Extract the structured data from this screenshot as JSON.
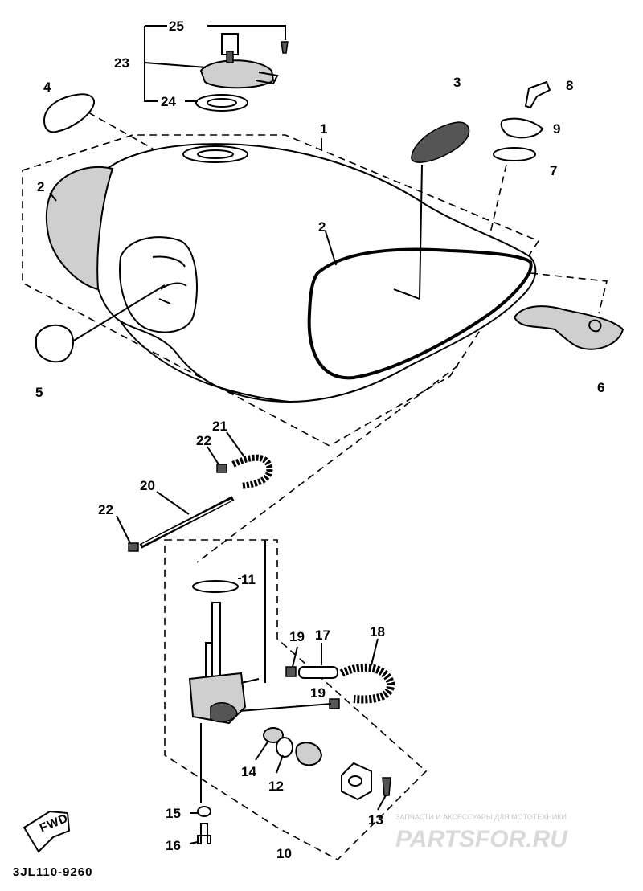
{
  "diagram": {
    "callouts": [
      {
        "id": "c1",
        "text": "1"
      },
      {
        "id": "c2a",
        "text": "2"
      },
      {
        "id": "c2b",
        "text": "2"
      },
      {
        "id": "c3",
        "text": "3"
      },
      {
        "id": "c4",
        "text": "4"
      },
      {
        "id": "c5",
        "text": "5"
      },
      {
        "id": "c6",
        "text": "6"
      },
      {
        "id": "c7",
        "text": "7"
      },
      {
        "id": "c8",
        "text": "8"
      },
      {
        "id": "c9",
        "text": "9"
      },
      {
        "id": "c10",
        "text": "10"
      },
      {
        "id": "c11",
        "text": "11"
      },
      {
        "id": "c12",
        "text": "12"
      },
      {
        "id": "c13",
        "text": "13"
      },
      {
        "id": "c14",
        "text": "14"
      },
      {
        "id": "c15",
        "text": "15"
      },
      {
        "id": "c16",
        "text": "16"
      },
      {
        "id": "c17",
        "text": "17"
      },
      {
        "id": "c18",
        "text": "18"
      },
      {
        "id": "c19a",
        "text": "19"
      },
      {
        "id": "c19b",
        "text": "19"
      },
      {
        "id": "c20",
        "text": "20"
      },
      {
        "id": "c21",
        "text": "21"
      },
      {
        "id": "c22a",
        "text": "22"
      },
      {
        "id": "c22b",
        "text": "22"
      },
      {
        "id": "c23",
        "text": "23"
      },
      {
        "id": "c24",
        "text": "24"
      },
      {
        "id": "c25",
        "text": "25"
      }
    ],
    "direction_label": "FWD",
    "diagram_code": "3JL110-9260",
    "watermark": {
      "tagline": "ЗАПЧАСТИ И АКСЕССУАРЫ ДЛЯ МОТОТЕХНИКИ",
      "brand": "PARTSFOR.RU"
    }
  }
}
